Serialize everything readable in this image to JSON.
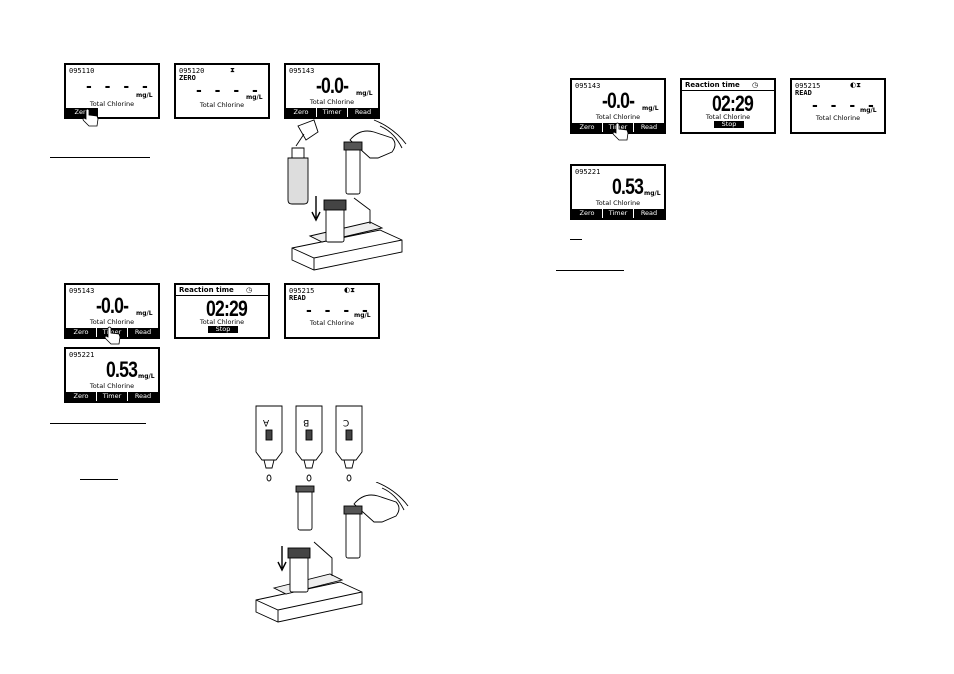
{
  "screens": {
    "zero_ready": {
      "code": "095110",
      "unit": "mg/L",
      "param": "Total Chlorine",
      "key": "Zero"
    },
    "zero_done": {
      "code": "095120",
      "status": "ZERO",
      "icon": "hourglass-icon",
      "unit": "mg/L",
      "param": "Total Chlorine"
    },
    "blank_left": {
      "code": "095143",
      "reading": "-0.0-",
      "unit": "mg/L",
      "param": "Total Chlorine",
      "keys": [
        "Zero",
        "Timer",
        "Read"
      ]
    },
    "timer_left": {
      "code": "095143",
      "reading": "-0.0-",
      "unit": "mg/L",
      "param": "Total Chlorine",
      "keys": [
        "Zero",
        "Timer",
        "Read"
      ]
    },
    "reaction_left": {
      "header": "Reaction time",
      "time": "02:29",
      "param": "Total Chlorine",
      "key": "Stop"
    },
    "read_left": {
      "code": "095215",
      "status": "READ",
      "unit": "mg/L",
      "param": "Total Chlorine"
    },
    "result_left": {
      "code": "095221",
      "reading": "0.53",
      "unit": "mg/L",
      "param": "Total Chlorine",
      "keys": [
        "Zero",
        "Timer",
        "Read"
      ]
    },
    "timer_right": {
      "code": "095143",
      "reading": "-0.0-",
      "unit": "mg/L",
      "param": "Total Chlorine",
      "keys": [
        "Zero",
        "Timer",
        "Read"
      ]
    },
    "reaction_right": {
      "header": "Reaction time",
      "time": "02:29",
      "param": "Total Chlorine",
      "key": "Stop"
    },
    "read_right": {
      "code": "095215",
      "status": "READ",
      "unit": "mg/L",
      "param": "Total Chlorine"
    },
    "result_right": {
      "code": "095221",
      "reading": "0.53",
      "unit": "mg/L",
      "param": "Total Chlorine",
      "keys": [
        "Zero",
        "Timer",
        "Read"
      ]
    }
  },
  "reagents": {
    "bottle_a": "A",
    "bottle_b": "B",
    "bottle_c": "C"
  }
}
